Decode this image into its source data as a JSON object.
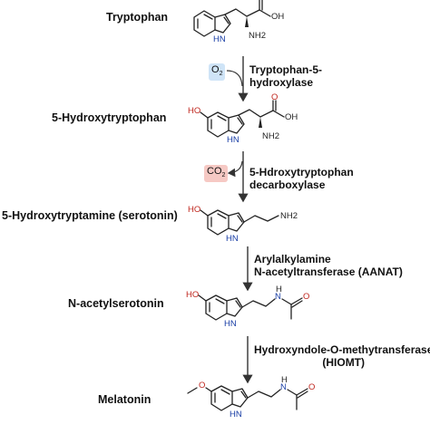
{
  "compounds": [
    {
      "id": "tryptophan",
      "label": "Tryptophan"
    },
    {
      "id": "5htp",
      "label": "5-Hydroxytryptophan"
    },
    {
      "id": "serotonin",
      "label": "5-Hydroxytryptamine (serotonin)"
    },
    {
      "id": "nas",
      "label": "N-acetylserotonin"
    },
    {
      "id": "melatonin",
      "label": "Melatonin"
    }
  ],
  "enzymes": [
    {
      "line1": "Tryptophan-5-",
      "line2": "hydroxylase"
    },
    {
      "line1": "5-Hdroxytryptophan",
      "line2": "decarboxylase"
    },
    {
      "line1": "Arylalkylamine",
      "line2": "N-acetyltransferase (AANAT)"
    },
    {
      "line1": "Hydroxyndole-O-methytransferase",
      "line2": "(HIOMT)"
    }
  ],
  "cofactors": {
    "o2": {
      "base": "O",
      "sub": "2",
      "bg": "#cfe4f7"
    },
    "co2": {
      "base": "CO",
      "sub": "2",
      "bg": "#f6c9c4"
    }
  },
  "atoms": {
    "hn": "HN",
    "nh": "NH",
    "nh2": "NH2",
    "oh": "OH",
    "ho": "HO",
    "o": "O",
    "n": "N",
    "h": "H"
  },
  "colors": {
    "nitrogen": "#1a3fa6",
    "oxygen": "#c0271f",
    "bond": "#222222"
  }
}
